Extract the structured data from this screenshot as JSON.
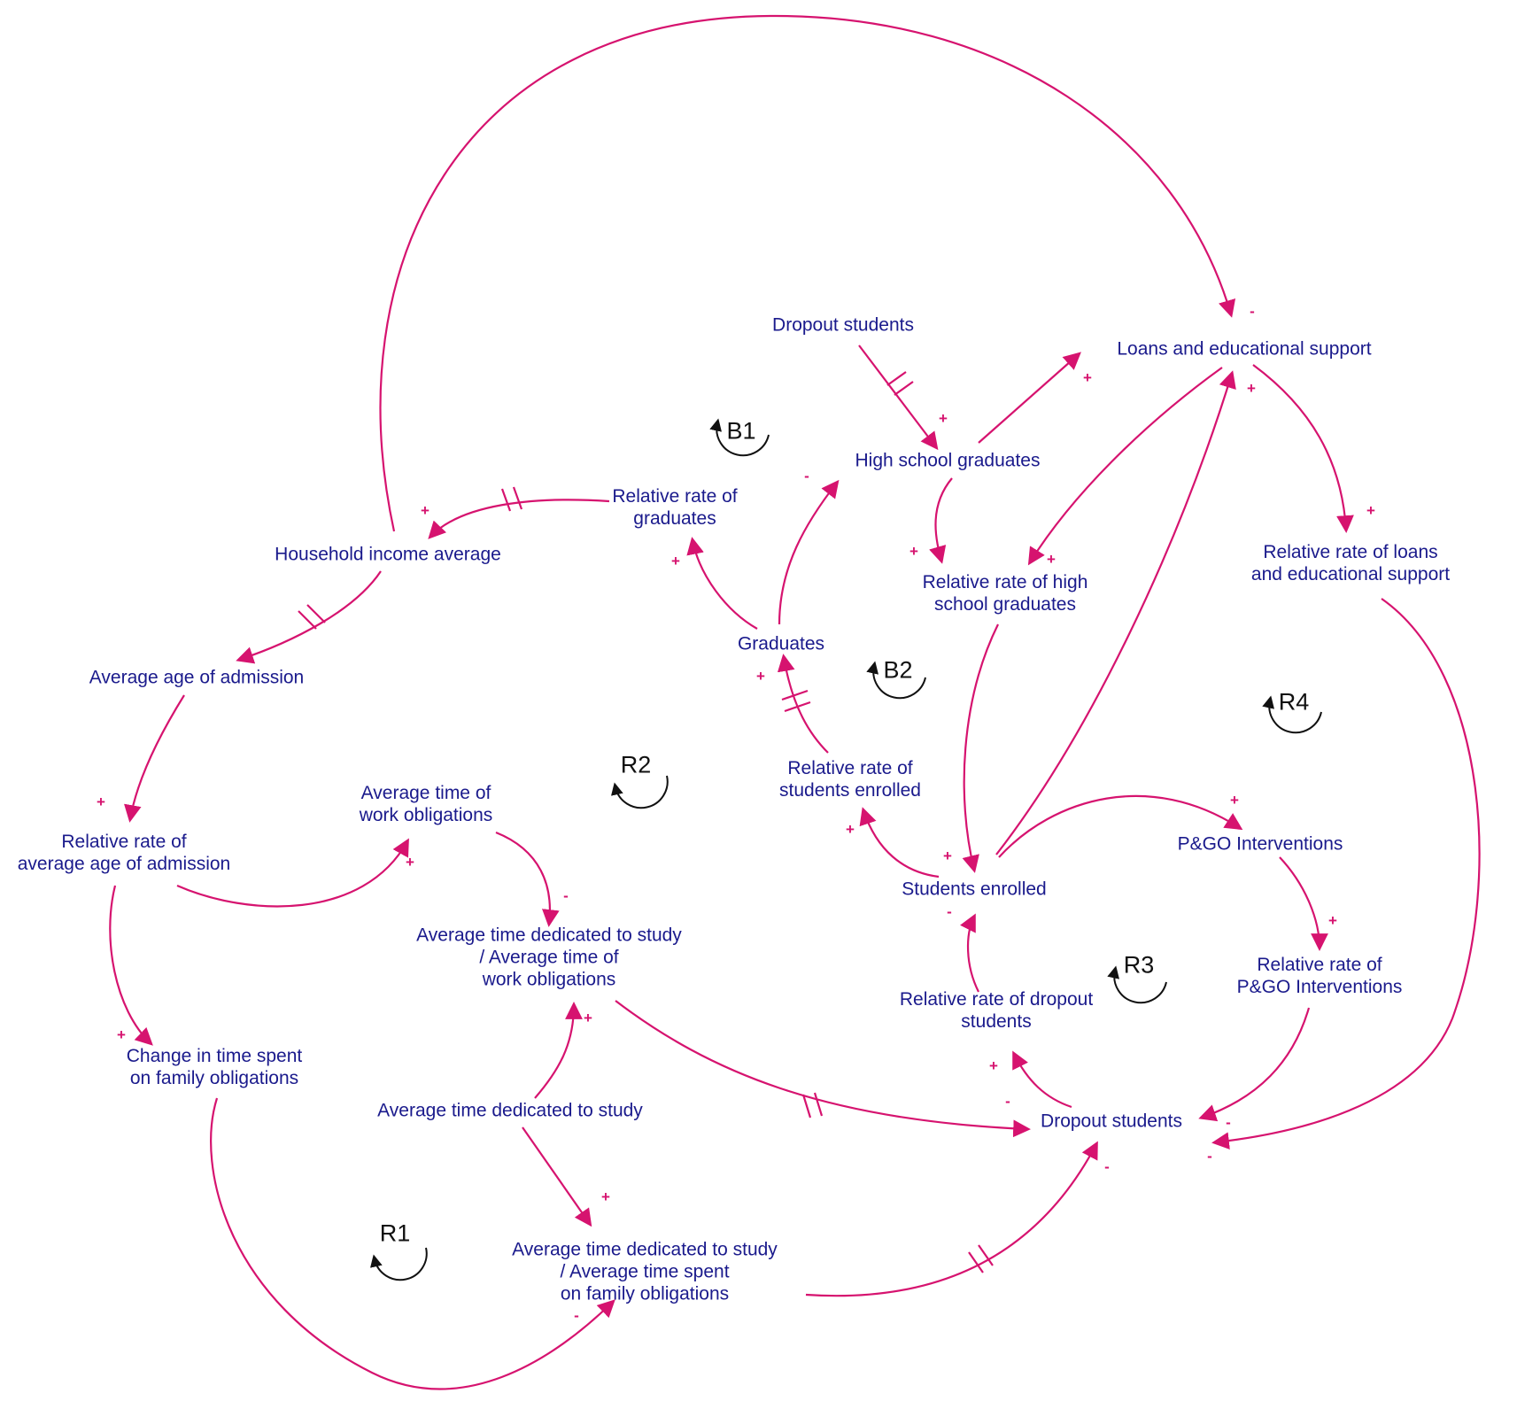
{
  "colors": {
    "link": "#d6136f",
    "node_text": "#1a1a8c",
    "loop": "#111111"
  },
  "nodes": {
    "dropout_top": "Dropout students",
    "loans": "Loans and educational support",
    "hs_grads": "High school graduates",
    "rel_graduates": [
      "Relative rate of",
      "graduates"
    ],
    "household": "Household income average",
    "rel_hs_grads": [
      "Relative rate of high",
      "school graduates"
    ],
    "rel_loans": [
      "Relative rate of loans",
      "and educational support"
    ],
    "graduates": "Graduates",
    "avg_age": "Average age of admission",
    "rel_enrolled": [
      "Relative rate of",
      "students enrolled"
    ],
    "avg_work": [
      "Average time of",
      "work obligations"
    ],
    "rel_avg_age": [
      "Relative rate of",
      "average age of admission"
    ],
    "students_enrolled": "Students enrolled",
    "pgo": "P&GO Interventions",
    "study_work": [
      "Average time dedicated to study",
      "/ Average time of",
      "work obligations"
    ],
    "rel_pgo": [
      "Relative rate of",
      "P&GO Interventions"
    ],
    "rel_dropout": [
      "Relative rate of dropout",
      "students"
    ],
    "change_family": [
      "Change in time spent",
      "on family obligations"
    ],
    "avg_study": "Average time dedicated to study",
    "dropout_main": "Dropout students",
    "study_family": [
      "Average time dedicated to study",
      "/ Average time spent",
      "on family obligations"
    ]
  },
  "loops": {
    "B1": "B1",
    "B2": "B2",
    "R1": "R1",
    "R2": "R2",
    "R3": "R3",
    "R4": "R4"
  },
  "polarities": {
    "plus": "+",
    "minus": "-"
  }
}
